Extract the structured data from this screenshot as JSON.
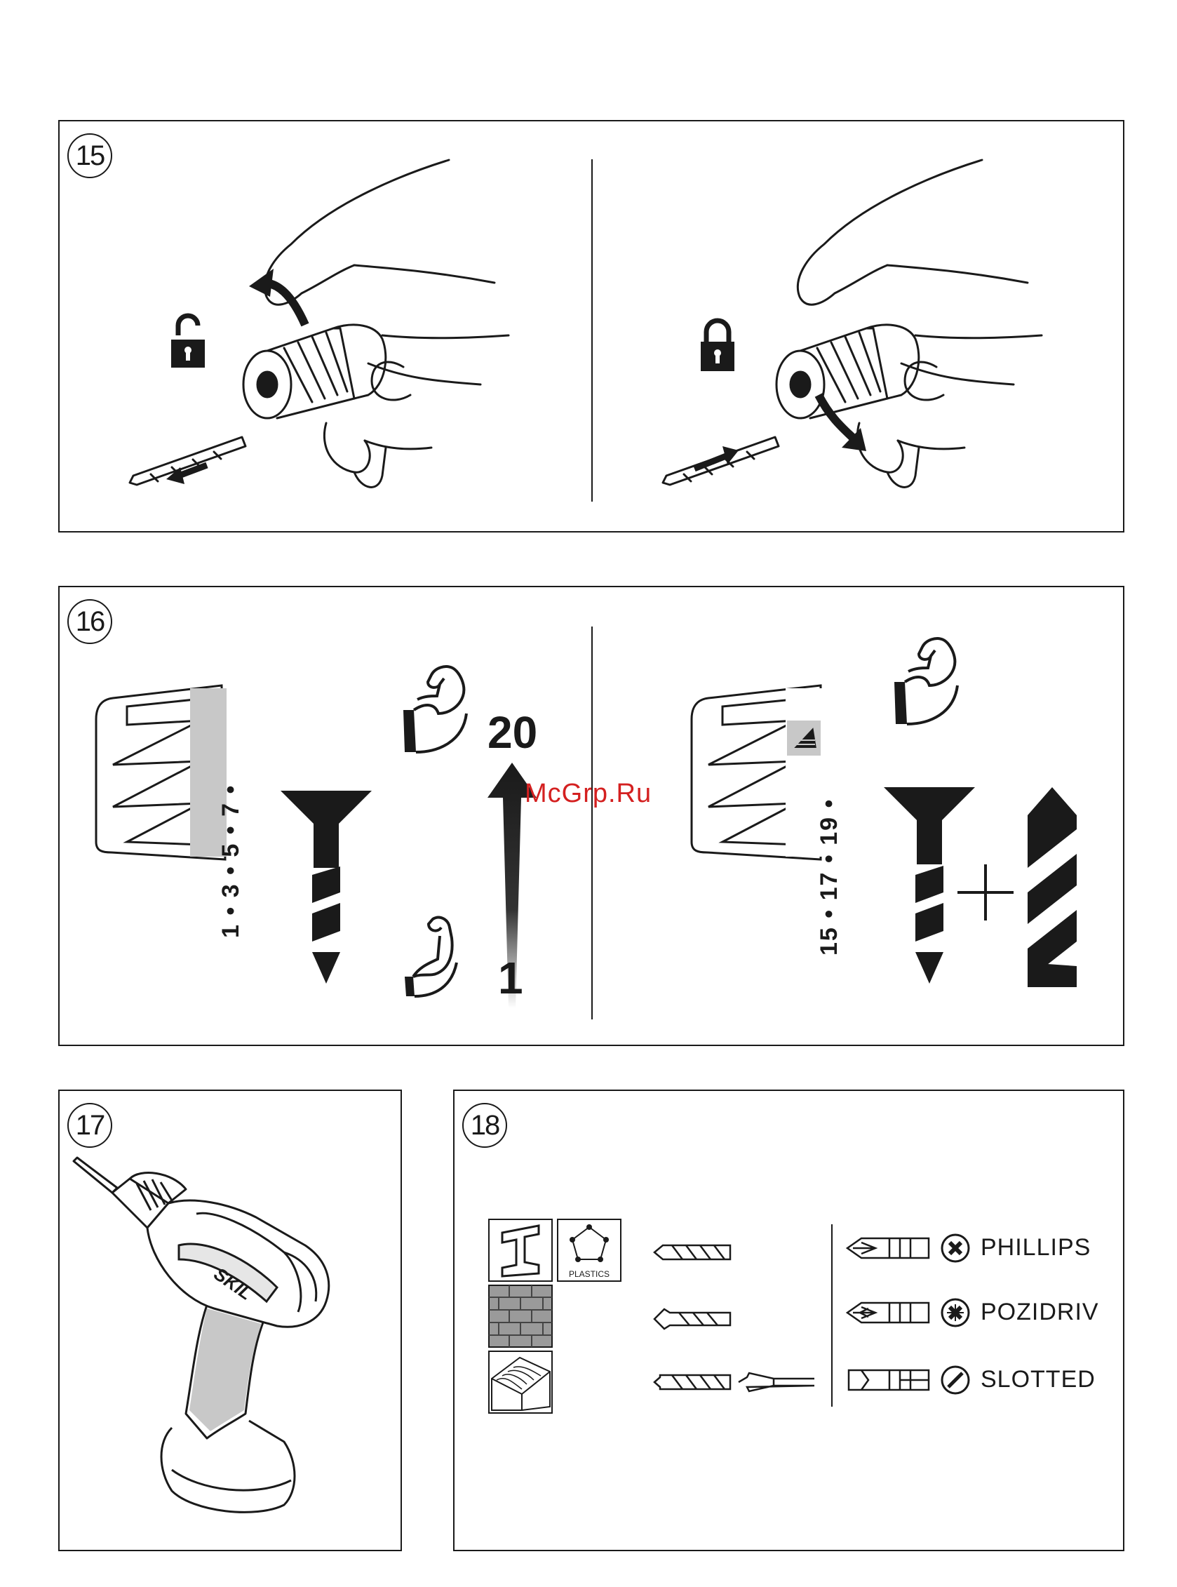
{
  "figure_15": {
    "number": "15"
  },
  "figure_16": {
    "number": "16",
    "scale_left": "1 • 3 • 5 • 7 •",
    "scale_right": "15 • 17 • 19 •",
    "torque_max": "20",
    "torque_min": "1"
  },
  "figure_17": {
    "number": "17",
    "brand": "SKIL"
  },
  "figure_18": {
    "number": "18",
    "material_plastics": "PLASTICS",
    "bits": [
      "PHILLIPS",
      "POZIDRIV",
      "SLOTTED"
    ]
  },
  "watermark": "McGrp.Ru"
}
